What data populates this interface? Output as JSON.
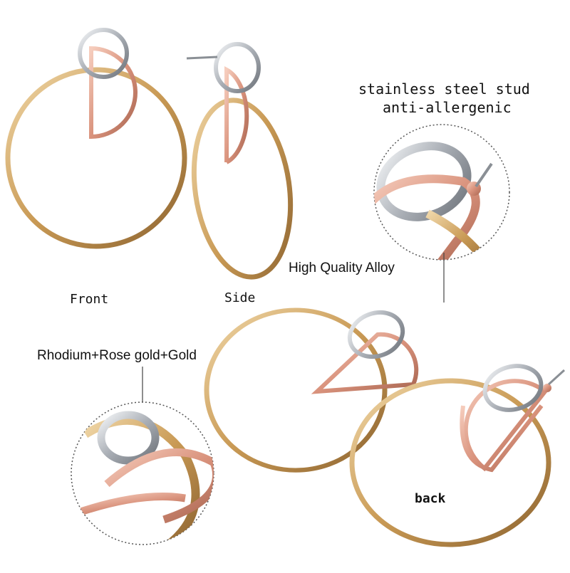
{
  "labels": {
    "front": "Front",
    "side": "Side",
    "back": "back",
    "stud_line1": "stainless steel stud",
    "stud_line2": "anti-allergenic",
    "alloy": "High Quality Alloy",
    "metals": "Rhodium+Rose gold+Gold"
  },
  "colors": {
    "gold": "#c99a55",
    "gold_light": "#e8c995",
    "rose": "#d9927c",
    "rose_light": "#f1c2b2",
    "rhodium": "#9ea3aa",
    "rhodium_light": "#e3e6ea",
    "callout_ring": "#555555",
    "text": "#111111"
  }
}
